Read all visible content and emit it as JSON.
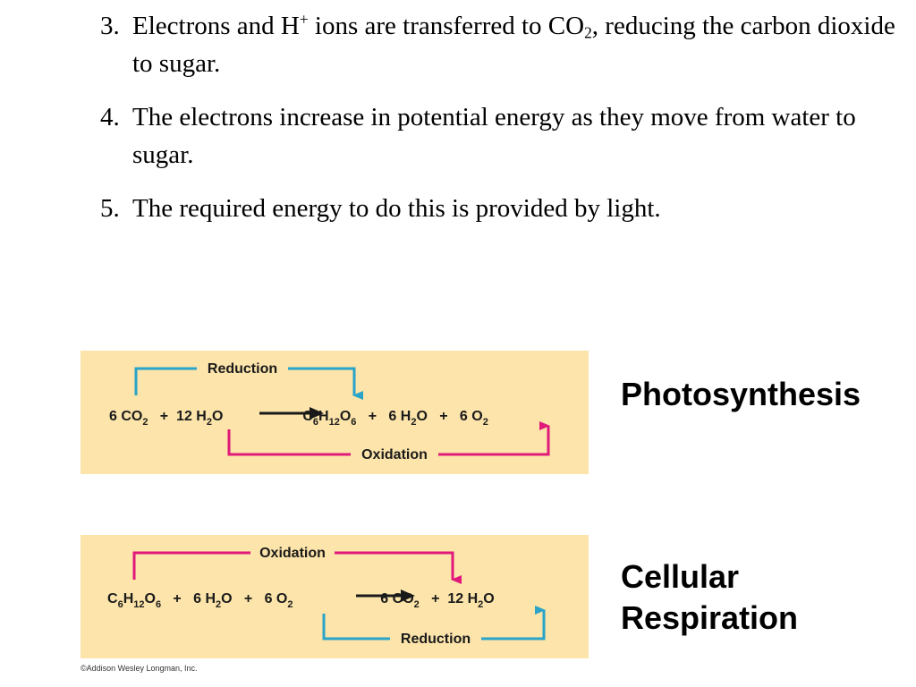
{
  "points": [
    {
      "num": "3.",
      "parts": [
        {
          "t": "Electrons and H"
        },
        {
          "t": "+",
          "sup": true
        },
        {
          "t": " ions are transferred to CO"
        },
        {
          "t": "2",
          "sub": true
        },
        {
          "t": ", reducing the carbon dioxide to sugar."
        }
      ]
    },
    {
      "num": "4.",
      "parts": [
        {
          "t": "The electrons increase in potential energy as they move from water to sugar."
        }
      ]
    },
    {
      "num": "5.",
      "parts": [
        {
          "t": "The required energy to do this is provided by light."
        }
      ]
    }
  ],
  "photosynthesis": {
    "label": "Photosynthesis",
    "top_arrow_label": "Reduction",
    "bottom_arrow_label": "Oxidation",
    "top_arrow_color": "#2aa4c8",
    "bottom_arrow_color": "#e0197a",
    "equation": [
      {
        "t": "6 CO"
      },
      {
        "t": "2",
        "sub": true
      },
      {
        "t": "   +  12 H"
      },
      {
        "t": "2",
        "sub": true
      },
      {
        "t": "O"
      },
      {
        "t": "                    C"
      },
      {
        "t": "6",
        "sub": true
      },
      {
        "t": "H"
      },
      {
        "t": "12",
        "sub": true
      },
      {
        "t": "O"
      },
      {
        "t": "6",
        "sub": true
      },
      {
        "t": "   +   6 H"
      },
      {
        "t": "2",
        "sub": true
      },
      {
        "t": "O   +   6 O"
      },
      {
        "t": "2",
        "sub": true
      }
    ]
  },
  "respiration": {
    "label": "Cellular Respiration",
    "top_arrow_label": "Oxidation",
    "bottom_arrow_label": "Reduction",
    "top_arrow_color": "#e0197a",
    "bottom_arrow_color": "#2aa4c8",
    "equation": [
      {
        "t": "C"
      },
      {
        "t": "6",
        "sub": true
      },
      {
        "t": "H"
      },
      {
        "t": "12",
        "sub": true
      },
      {
        "t": "O"
      },
      {
        "t": "6",
        "sub": true
      },
      {
        "t": "   +   6 H"
      },
      {
        "t": "2",
        "sub": true
      },
      {
        "t": "O   +   6 O"
      },
      {
        "t": "2",
        "sub": true
      },
      {
        "t": "                      6 CO"
      },
      {
        "t": "2",
        "sub": true
      },
      {
        "t": "   +  12 H"
      },
      {
        "t": "2",
        "sub": true
      },
      {
        "t": "O"
      }
    ]
  },
  "credit": "©Addison Wesley Longman, Inc."
}
